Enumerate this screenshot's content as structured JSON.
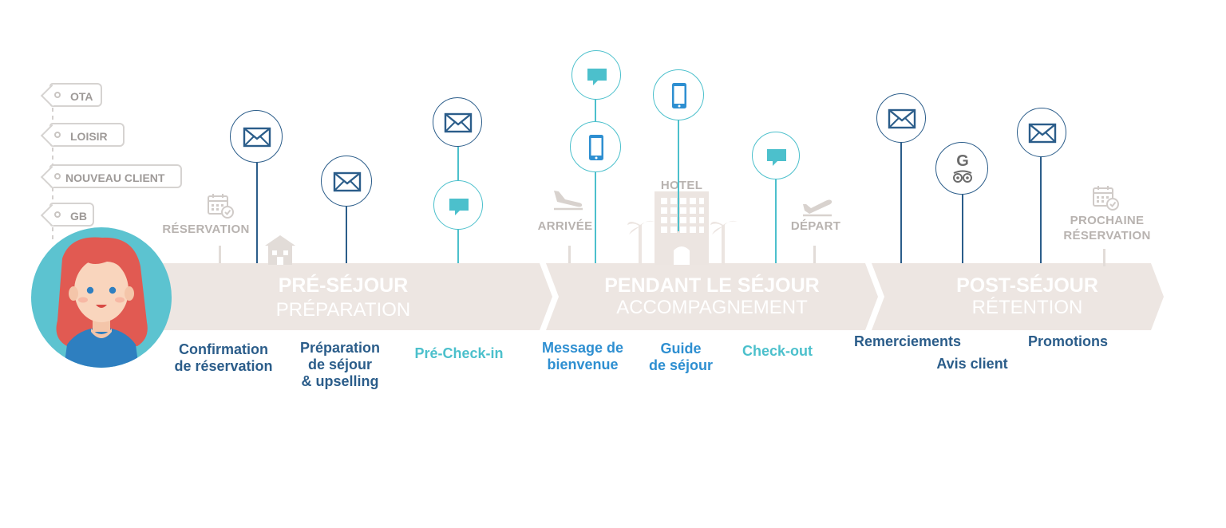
{
  "tags": [
    "OTA",
    "LOISIR",
    "NOUVEAU CLIENT",
    "GB"
  ],
  "milestones": {
    "reservation": "RÉSERVATION",
    "arrivee": "ARRIVÉE",
    "hotel": "HOTEL",
    "depart": "DÉPART",
    "prochaine": "PROCHAINE\nRÉSERVATION"
  },
  "phases": [
    {
      "title": "PRÉ-SÉJOUR",
      "subtitle": "PRÉPARATION"
    },
    {
      "title": "PENDANT LE SÉJOUR",
      "subtitle": "ACCOMPAGNEMENT"
    },
    {
      "title": "POST-SÉJOUR",
      "subtitle": "RÉTENTION"
    }
  ],
  "steps": {
    "confirmation": "Confirmation\nde réservation",
    "preparation": "Préparation\nde séjour\n& upselling",
    "precheckin": "Pré-Check-in",
    "bienvenue": "Message de\nbienvenue",
    "guide": "Guide\nde séjour",
    "checkout": "Check-out",
    "remerciements": "Remerciements",
    "avis": "Avis client",
    "promotions": "Promotions"
  },
  "icons": {
    "email": "email-icon",
    "sms": "chat-bubble-icon",
    "mobile": "smartphone-icon",
    "review": "google-tripadvisor-icon"
  },
  "colors": {
    "dark": "#2b5d8a",
    "blue": "#2e8fd1",
    "cyan": "#4cc0cc",
    "arrow": "#ede6e2",
    "muted": "#b8b3b0"
  }
}
